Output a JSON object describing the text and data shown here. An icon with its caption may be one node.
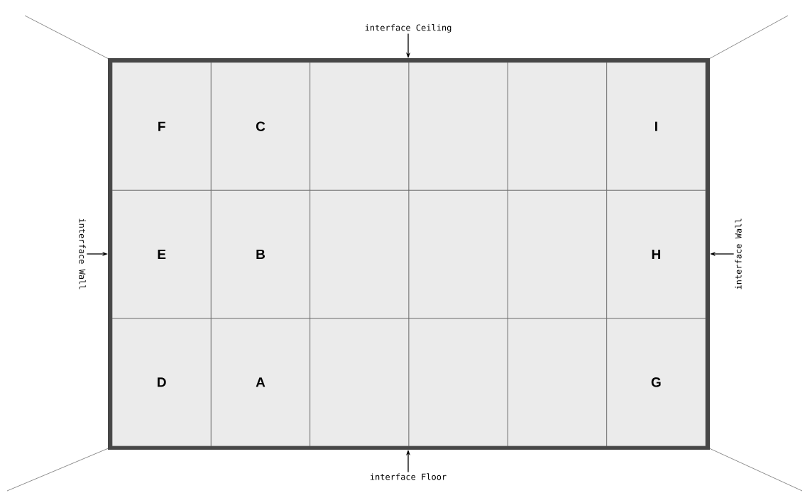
{
  "diagram": {
    "nodes": [
      {
        "text": [
          "interface Ceiling"
        ]
      },
      {
        "text": [],
        "shape": "box"
      },
      {
        "text": [
          "F"
        ],
        "in": 1
      },
      {
        "text": [
          "C"
        ],
        "in": 1
      },
      {
        "text": [],
        "shape": "box",
        "in": 1
      },
      {
        "text": [],
        "shape": "box",
        "in": 1
      },
      {
        "text": [],
        "shape": "box",
        "in": 1
      },
      {
        "text": [
          "I"
        ],
        "in": 1
      },
      {
        "text": [
          "E"
        ],
        "in": 1
      },
      {
        "text": [
          "B"
        ],
        "in": 1
      },
      {
        "text": [],
        "shape": "box",
        "in": 1
      },
      {
        "text": [],
        "shape": "box",
        "in": 1
      },
      {
        "text": [],
        "shape": "box",
        "in": 1
      },
      {
        "text": [
          "H"
        ],
        "in": 1
      },
      {
        "text": [
          "D"
        ],
        "in": 1
      },
      {
        "text": [
          "A"
        ],
        "in": 1
      },
      {
        "text": [],
        "shape": "box",
        "in": 1
      },
      {
        "text": [],
        "shape": "box",
        "in": 1
      },
      {
        "text": [],
        "shape": "box",
        "in": 1
      },
      {
        "text": [
          "G"
        ],
        "in": 1
      },
      {
        "text": [
          "interface Wall"
        ]
      },
      {
        "text": [
          "interface Wall"
        ]
      },
      {
        "text": [
          "interface Floor"
        ]
      }
    ],
    "edges": [
      {
        "from": 0,
        "to": 1,
        "arrow": "to"
      },
      {
        "from": 20,
        "to": 1,
        "arrow": "to"
      },
      {
        "from": 21,
        "to": 1,
        "arrow": "to"
      },
      {
        "from": 22,
        "to": 1,
        "arrow": "to"
      }
    ]
  }
}
